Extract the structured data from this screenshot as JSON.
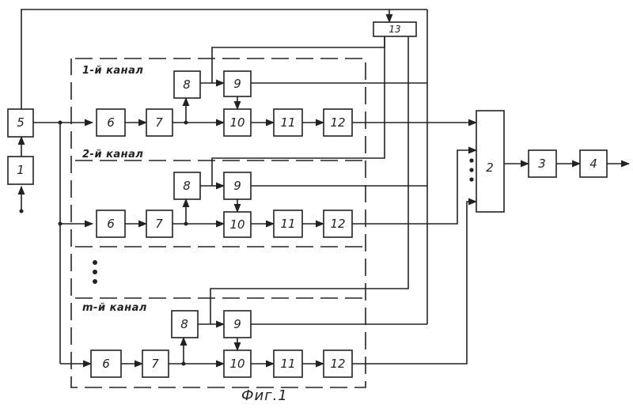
{
  "channels": [
    {
      "label": "1-й канал"
    },
    {
      "label": "2-й канал"
    },
    {
      "label": "m-й канал"
    }
  ],
  "channel_blocks": {
    "b6": "6",
    "b7": "7",
    "b8": "8",
    "b9": "9",
    "b10": "10",
    "b11": "11",
    "b12": "12"
  },
  "blocks": {
    "b1": "1",
    "b2": "2",
    "b3": "3",
    "b4": "4",
    "b5": "5",
    "b13": "13"
  },
  "caption": "Фиг.1"
}
